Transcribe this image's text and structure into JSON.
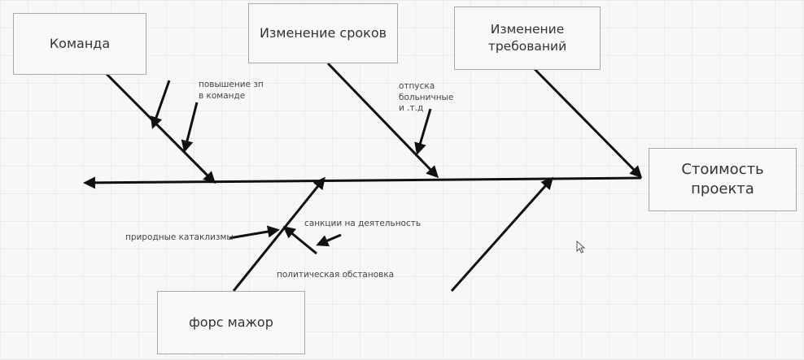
{
  "boxes": {
    "team": "Команда",
    "schedule": "Изменение сроков",
    "requirements": "Изменение\nтребований",
    "cost": "Стоимость\nпроекта",
    "force_majeure": "форс мажор"
  },
  "labels": {
    "salary": "повышение зп\nв команде",
    "vacation": "отпуска\nбольничные\nи .т.д",
    "sanctions": "санкции на деятельность",
    "natural": "природные катаклизмы",
    "political": "политическая обстановка"
  },
  "icons": {
    "cursor": "mouse-pointer-icon"
  },
  "colors": {
    "line": "#111111",
    "box_border": "#a9a9a9",
    "text": "#333333"
  }
}
